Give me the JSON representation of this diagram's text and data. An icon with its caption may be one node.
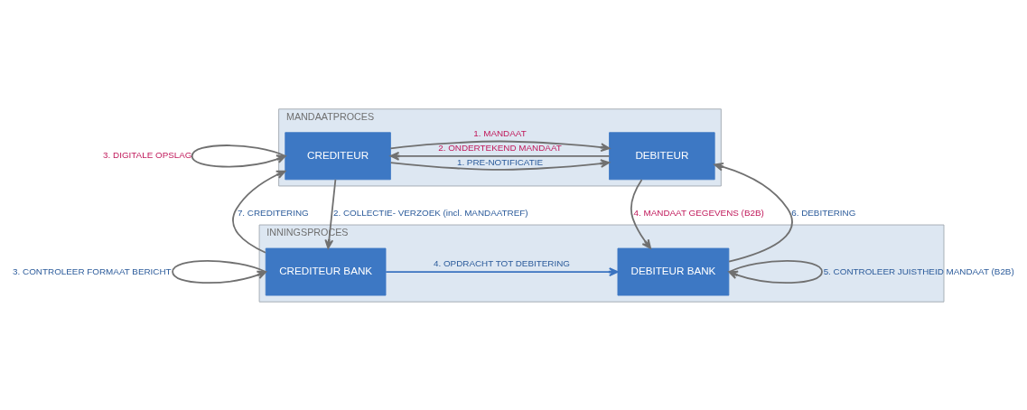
{
  "diagram": {
    "nodes": [
      {
        "text": [
          "MANDAATPROCES"
        ]
      },
      {
        "text": [
          "CREDITEUR"
        ],
        "in": 0
      },
      {
        "text": [
          "DEBITEUR"
        ],
        "in": 0
      },
      {
        "text": [
          "INNINGSPROCES"
        ]
      },
      {
        "text": [
          "CREDITEUR BANK"
        ],
        "in": 3
      },
      {
        "text": [
          "DEBITEUR BANK"
        ],
        "in": 3
      }
    ],
    "edges": [
      {
        "from": 1,
        "to": 1,
        "arrow": "to",
        "label": "3. DIGITALE OPSLAG"
      },
      {
        "from": 1,
        "to": 2,
        "arrow": "to",
        "label": "1. MANDAAT"
      },
      {
        "from": 2,
        "to": 1,
        "arrow": "to",
        "label": "2. ONDERTEKEND MANDAAT"
      },
      {
        "from": 1,
        "to": 2,
        "arrow": "to",
        "label": "1. PRE-NOTIFICATIE"
      },
      {
        "from": 1,
        "to": 4,
        "arrow": "to",
        "label": "2. COLLECTIE- VERZOEK (incl. MANDAATREF)"
      },
      {
        "from": 4,
        "to": 1,
        "arrow": "to",
        "label": "7. CREDITERING"
      },
      {
        "from": 5,
        "to": 2,
        "arrow": "to",
        "label": "6. DEBITERING"
      },
      {
        "from": 2,
        "to": 5,
        "arrow": "to",
        "label": "4. MANDAAT GEGEVENS (B2B)"
      },
      {
        "from": 4,
        "to": 4,
        "arrow": "to",
        "label": "3. CONTROLEER FORMAAT BERICHT"
      },
      {
        "from": 4,
        "to": 5,
        "arrow": "to",
        "label": "4. OPDRACHT TOT DEBITERING",
        "color": "#3a73c0"
      },
      {
        "from": 5,
        "to": 5,
        "arrow": "to",
        "label": "5. CONTROLEER JUISTHEID MANDAAT (B2B)"
      }
    ]
  }
}
